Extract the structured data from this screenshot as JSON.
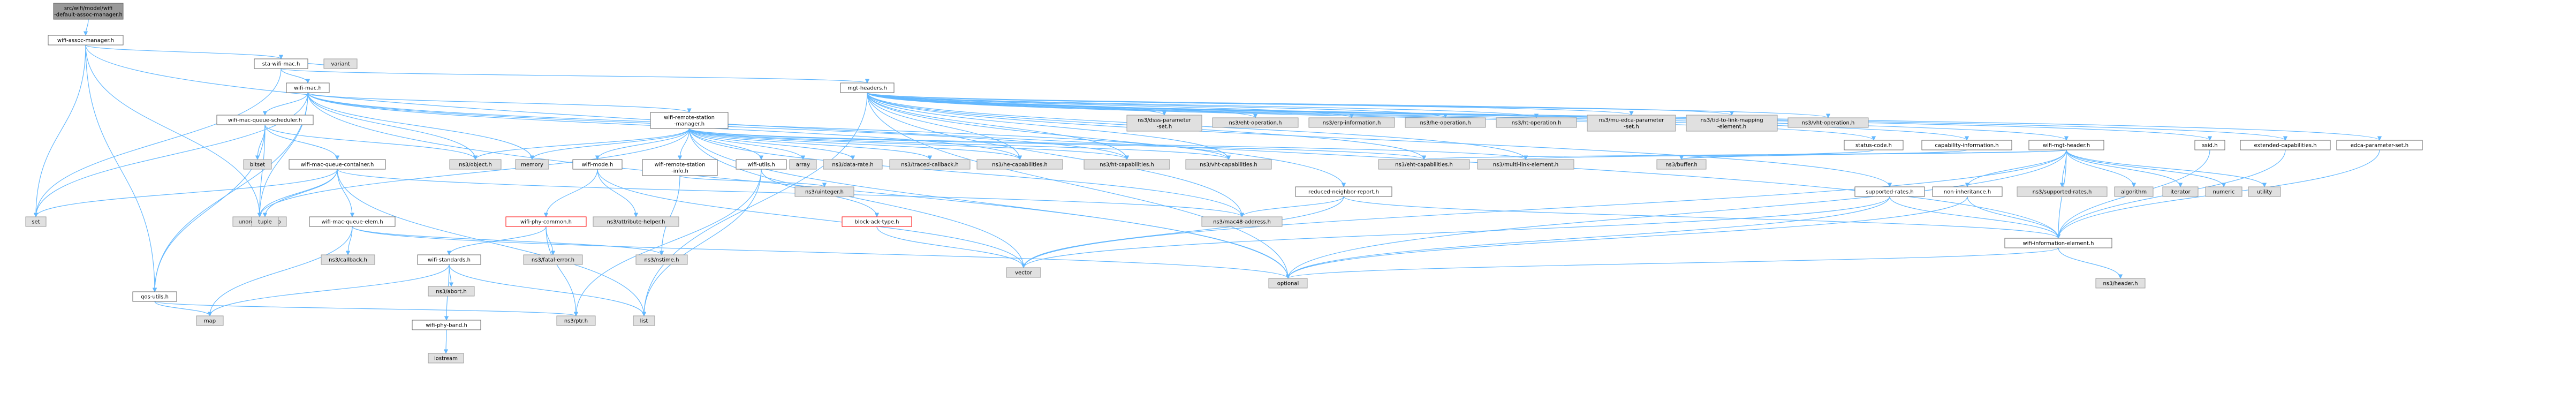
{
  "diagram": {
    "nodes": [
      {
        "id": "root",
        "lines": [
          "src/wifi/model/wifi",
          "-default-assoc-manager.h"
        ]
      },
      {
        "id": "assoc",
        "lines": [
          "wifi-assoc-manager.h"
        ]
      },
      {
        "id": "stamac",
        "lines": [
          "sta-wifi-mac.h"
        ]
      },
      {
        "id": "set",
        "lines": [
          "set"
        ]
      },
      {
        "id": "umap",
        "lines": [
          "unordered_map"
        ]
      },
      {
        "id": "qosutils",
        "lines": [
          "qos-utils.h"
        ]
      },
      {
        "id": "mgt",
        "lines": [
          "mgt-headers.h"
        ]
      },
      {
        "id": "wifimac",
        "lines": [
          "wifi-mac.h"
        ]
      },
      {
        "id": "variant",
        "lines": [
          "variant"
        ]
      },
      {
        "id": "qsched",
        "lines": [
          "wifi-mac-queue-scheduler.h"
        ]
      },
      {
        "id": "rsm",
        "lines": [
          "wifi-remote-station",
          "-manager.h"
        ]
      },
      {
        "id": "bitset",
        "lines": [
          "bitset"
        ]
      },
      {
        "id": "qcont",
        "lines": [
          "wifi-mac-queue-container.h"
        ]
      },
      {
        "id": "object",
        "lines": [
          "ns3/object.h"
        ]
      },
      {
        "id": "memory",
        "lines": [
          "memory"
        ]
      },
      {
        "id": "tuple",
        "lines": [
          "tuple"
        ]
      },
      {
        "id": "qelem",
        "lines": [
          "wifi-mac-queue-elem.h"
        ]
      },
      {
        "id": "wmode",
        "lines": [
          "wifi-mode.h"
        ]
      },
      {
        "id": "phycommon",
        "lines": [
          "wifi-phy-common.h"
        ]
      },
      {
        "id": "attrhelper",
        "lines": [
          "ns3/attribute-helper.h"
        ]
      },
      {
        "id": "rsinfo",
        "lines": [
          "wifi-remote-station",
          "-info.h"
        ]
      },
      {
        "id": "wutils",
        "lines": [
          "wifi-utils.h"
        ]
      },
      {
        "id": "array",
        "lines": [
          "array"
        ]
      },
      {
        "id": "datarate",
        "lines": [
          "ns3/data-rate.h"
        ]
      },
      {
        "id": "tracedcb",
        "lines": [
          "ns3/traced-callback.h"
        ]
      },
      {
        "id": "hecap",
        "lines": [
          "ns3/he-capabilities.h"
        ]
      },
      {
        "id": "htcap",
        "lines": [
          "ns3/ht-capabilities.h"
        ]
      },
      {
        "id": "vhtcap",
        "lines": [
          "ns3/vht-capabilities.h"
        ]
      },
      {
        "id": "ehtcap",
        "lines": [
          "ns3/eht-capabilities.h"
        ]
      },
      {
        "id": "mle",
        "lines": [
          "ns3/multi-link-element.h"
        ]
      },
      {
        "id": "bufferh",
        "lines": [
          "ns3/buffer.h"
        ]
      },
      {
        "id": "rnr",
        "lines": [
          "reduced-neighbor-report.h"
        ]
      },
      {
        "id": "uinteger",
        "lines": [
          "ns3/uinteger.h"
        ]
      },
      {
        "id": "blockack",
        "lines": [
          "block-ack-type.h"
        ]
      },
      {
        "id": "mac48",
        "lines": [
          "ns3/mac48-address.h"
        ]
      },
      {
        "id": "callback",
        "lines": [
          "ns3/callback.h"
        ]
      },
      {
        "id": "wstd",
        "lines": [
          "wifi-standards.h"
        ]
      },
      {
        "id": "fatal",
        "lines": [
          "ns3/fatal-error.h"
        ]
      },
      {
        "id": "nstime",
        "lines": [
          "ns3/nstime.h"
        ]
      },
      {
        "id": "abort",
        "lines": [
          "ns3/abort.h"
        ]
      },
      {
        "id": "phyband",
        "lines": [
          "wifi-phy-band.h"
        ]
      },
      {
        "id": "iostream",
        "lines": [
          "iostream"
        ]
      },
      {
        "id": "map",
        "lines": [
          "map"
        ]
      },
      {
        "id": "ptr",
        "lines": [
          "ns3/ptr.h"
        ]
      },
      {
        "id": "list",
        "lines": [
          "list"
        ]
      },
      {
        "id": "vector",
        "lines": [
          "vector"
        ]
      },
      {
        "id": "optional",
        "lines": [
          "optional"
        ]
      },
      {
        "id": "dsss",
        "lines": [
          "ns3/dsss-parameter",
          "-set.h"
        ]
      },
      {
        "id": "ehtop",
        "lines": [
          "ns3/eht-operation.h"
        ]
      },
      {
        "id": "erp",
        "lines": [
          "ns3/erp-information.h"
        ]
      },
      {
        "id": "heop",
        "lines": [
          "ns3/he-operation.h"
        ]
      },
      {
        "id": "htop",
        "lines": [
          "ns3/ht-operation.h"
        ]
      },
      {
        "id": "muedca",
        "lines": [
          "ns3/mu-edca-parameter",
          "-set.h"
        ]
      },
      {
        "id": "tidmap",
        "lines": [
          "ns3/tid-to-link-mapping",
          "-element.h"
        ]
      },
      {
        "id": "vhtop",
        "lines": [
          "ns3/vht-operation.h"
        ]
      },
      {
        "id": "status",
        "lines": [
          "status-code.h"
        ]
      },
      {
        "id": "capinfo",
        "lines": [
          "capability-information.h"
        ]
      },
      {
        "id": "wmgt",
        "lines": [
          "wifi-mgt-header.h"
        ]
      },
      {
        "id": "ssid",
        "lines": [
          "ssid.h"
        ]
      },
      {
        "id": "extcap",
        "lines": [
          "extended-capabilities.h"
        ]
      },
      {
        "id": "edcaset",
        "lines": [
          "edca-parameter-set.h"
        ]
      },
      {
        "id": "suprates",
        "lines": [
          "supported-rates.h"
        ]
      },
      {
        "id": "noninh",
        "lines": [
          "non-inheritance.h"
        ]
      },
      {
        "id": "suprates3",
        "lines": [
          "ns3/supported-rates.h"
        ]
      },
      {
        "id": "algorithm",
        "lines": [
          "algorithm"
        ]
      },
      {
        "id": "iterator",
        "lines": [
          "iterator"
        ]
      },
      {
        "id": "numeric",
        "lines": [
          "numeric"
        ]
      },
      {
        "id": "utility",
        "lines": [
          "utility"
        ]
      },
      {
        "id": "wie",
        "lines": [
          "wifi-information-element.h"
        ]
      },
      {
        "id": "header",
        "lines": [
          "ns3/header.h"
        ]
      }
    ]
  }
}
